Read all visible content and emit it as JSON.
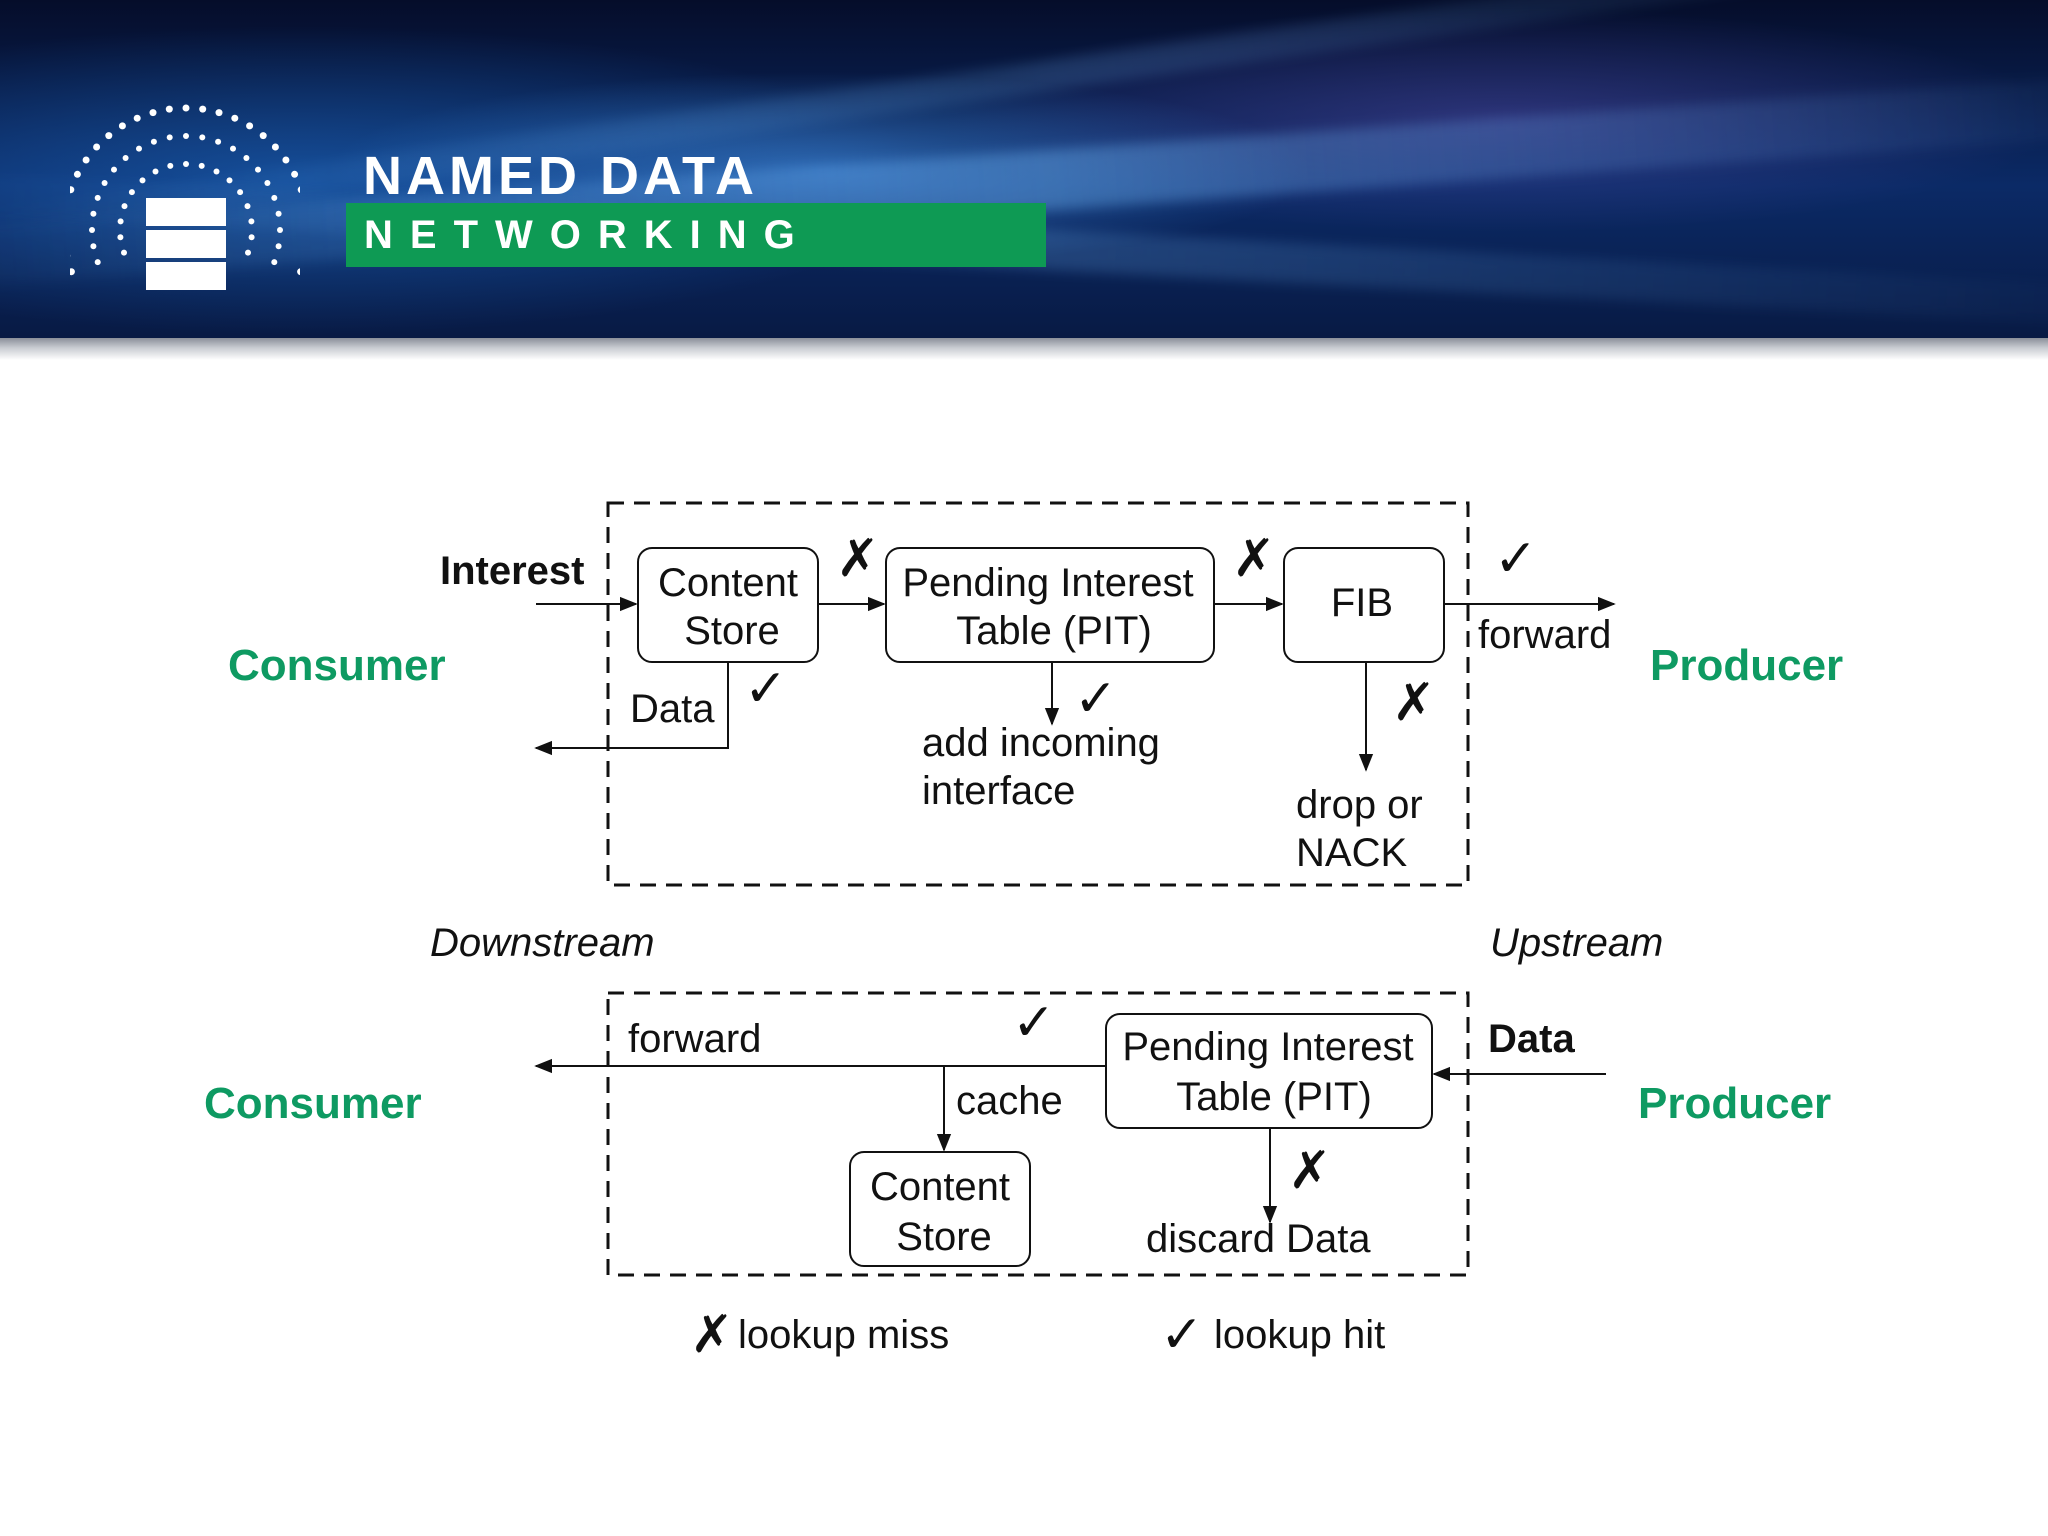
{
  "header": {
    "title": "NAMED DATA",
    "subtitle": "NETWORKING",
    "logo_icon": "database-signal-icon",
    "colors": {
      "banner": "#0b2a66",
      "band": "#0e9a54",
      "accent_text": "#0e9a62"
    }
  },
  "interest_flow": {
    "left_endpoint": "Consumer",
    "right_endpoint": "Producer",
    "input_label": "Interest",
    "content_store": {
      "line1": "Content",
      "line2": "Store"
    },
    "pit": {
      "line1": "Pending Interest",
      "line2": "Table (PIT)"
    },
    "fib": "FIB",
    "data_label": "Data",
    "forward_label": "forward",
    "add_interface": {
      "line1": "add incoming",
      "line2": "interface"
    },
    "drop": {
      "line1": "drop or",
      "line2": "NACK"
    }
  },
  "direction": {
    "downstream": "Downstream",
    "upstream": "Upstream"
  },
  "data_flow": {
    "left_endpoint": "Consumer",
    "right_endpoint": "Producer",
    "input_label": "Data",
    "forward_label": "forward",
    "cache_label": "cache",
    "pit": {
      "line1": "Pending Interest",
      "line2": "Table (PIT)"
    },
    "content_store": {
      "line1": "Content",
      "line2": "Store"
    },
    "discard": "discard Data"
  },
  "legend": {
    "miss_symbol": "✗",
    "miss_label": "lookup miss",
    "hit_symbol": "✓",
    "hit_label": "lookup hit"
  }
}
